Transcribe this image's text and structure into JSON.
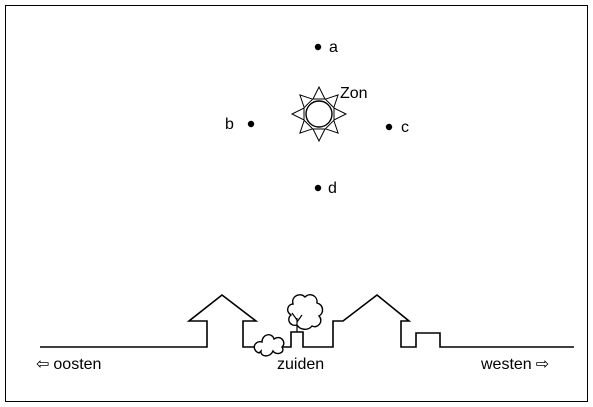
{
  "sun": {
    "label": "Zon",
    "icon": "sun-icon"
  },
  "points": [
    {
      "id": "a",
      "label": "a"
    },
    {
      "id": "b",
      "label": "b"
    },
    {
      "id": "c",
      "label": "c"
    },
    {
      "id": "d",
      "label": "d"
    }
  ],
  "directions": {
    "east": {
      "label": "oosten",
      "arrow": "⇦"
    },
    "south": {
      "label": "zuiden"
    },
    "west": {
      "label": "westen",
      "arrow": "⇨"
    }
  },
  "colors": {
    "stroke": "#000000",
    "background": "#ffffff"
  }
}
